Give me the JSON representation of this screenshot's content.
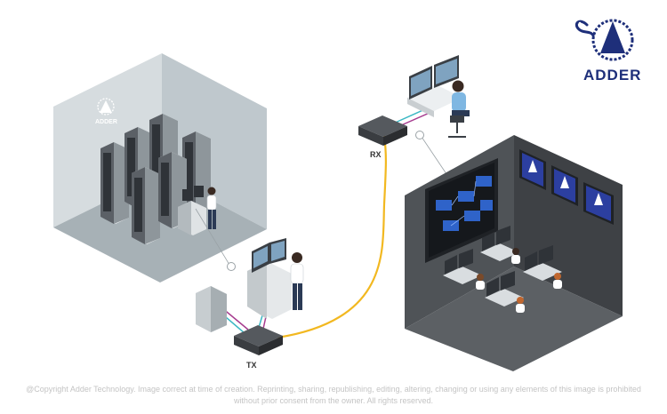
{
  "brand": {
    "name": "ADDER",
    "wall_logo_text": "ADDER"
  },
  "labels": {
    "tx": "TX",
    "rx": "RX"
  },
  "footer": {
    "copyright": "@Copyright Adder Technology. Image correct at time of creation. Reprinting, sharing, republishing, editing, altering, changing or using any elements of this image is prohibited without prior consent from the owner. All rights reserved."
  },
  "colors": {
    "fiber_cable": "#f2b820",
    "video_cable": "#3bb8c4",
    "usb_cable": "#a63c8f",
    "brand_blue": "#1e2f7a",
    "server_room_wall": "#b9c2c7",
    "control_room_wall": "#4a4e52"
  },
  "icons": [
    "adder-logo-icon",
    "server-rack-icon",
    "kvm-extender-icon",
    "workstation-icon",
    "operator-icon"
  ]
}
